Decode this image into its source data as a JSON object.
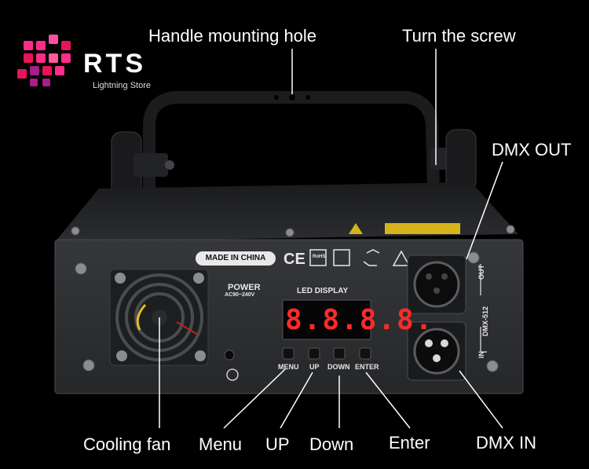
{
  "logo": {
    "name": "RTS",
    "tagline": "Lightning Store",
    "colors": [
      "#ff2d8a",
      "#e8145a",
      "#a61d8c"
    ]
  },
  "callouts": {
    "handle": "Handle mounting hole",
    "screw": "Turn the screw",
    "dmx_out": "DMX OUT",
    "cooling_fan": "Cooling fan",
    "menu": "Menu",
    "up": "UP",
    "down": "Down",
    "enter": "Enter",
    "dmx_in": "DMX IN"
  },
  "panel": {
    "made_in": "MADE IN CHINA",
    "power": "POWER",
    "power_rating": "AC90~240V",
    "led_display": "LED DISPLAY",
    "led_value": "8.8.8.8.",
    "buttons": [
      "MENU",
      "UP",
      "DOWN",
      "ENTER"
    ],
    "out": "OUT",
    "dmx_512": "DMX-512",
    "in": "IN",
    "cert_marks": [
      "CE",
      "RoHS"
    ]
  },
  "colors": {
    "led": "#ff2a2a",
    "case": "#2b2c2f",
    "fan_blade": "#e0c020"
  }
}
